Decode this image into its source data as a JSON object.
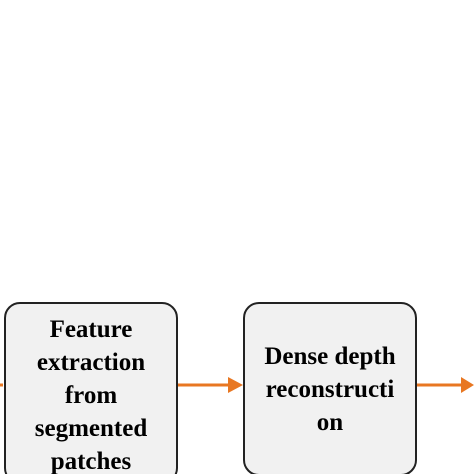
{
  "nodes": [
    {
      "id": "feature",
      "label": "Feature\nextraction\nfrom\nsegmented\npatches"
    },
    {
      "id": "dense",
      "label": "Dense depth\nreconstructi\non"
    }
  ],
  "edges": [
    {
      "from": "(offscreen-left)",
      "to": "feature"
    },
    {
      "from": "feature",
      "to": "dense"
    },
    {
      "from": "dense",
      "to": "(offscreen-right)"
    }
  ],
  "colors": {
    "arrow": "#e87722",
    "box_fill": "#f1f1f1",
    "box_border": "#222222"
  }
}
